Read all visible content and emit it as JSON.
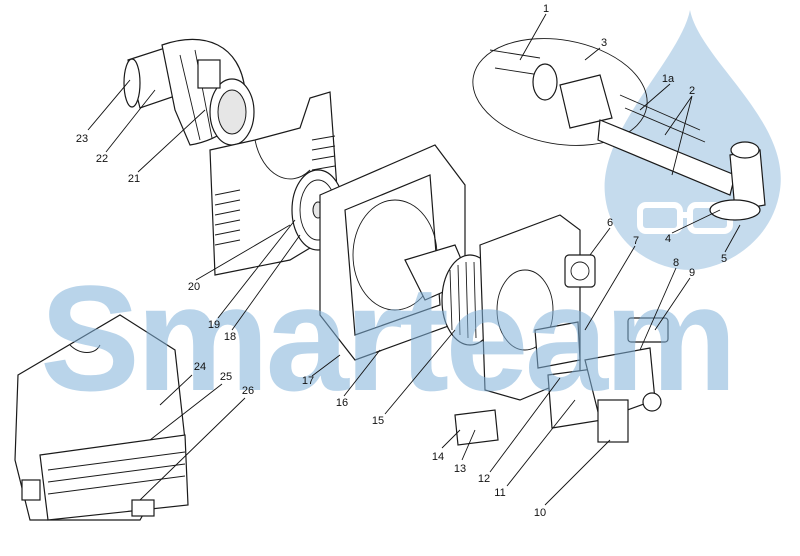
{
  "watermark": {
    "text": "Smarteam",
    "color": "#7fb0d8"
  },
  "callouts": [
    "1",
    "1a",
    "2",
    "3",
    "4",
    "5",
    "6",
    "7",
    "8",
    "9",
    "10",
    "11",
    "12",
    "13",
    "14",
    "15",
    "16",
    "17",
    "18",
    "19",
    "20",
    "21",
    "22",
    "23",
    "24",
    "25",
    "26"
  ]
}
